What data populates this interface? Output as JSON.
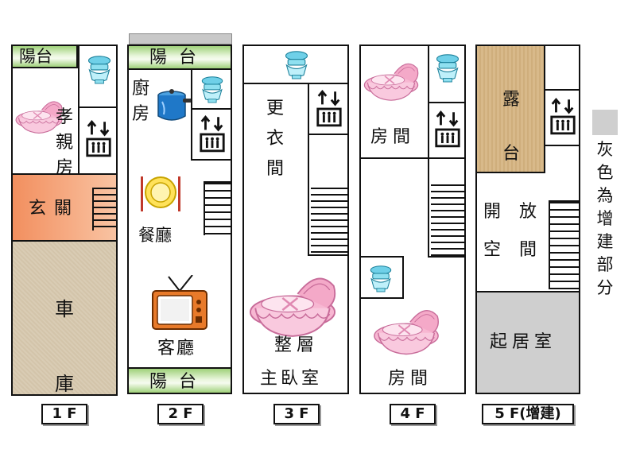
{
  "floors": {
    "f1": {
      "tag": "1 F",
      "balcony": "陽台",
      "parent_room": "孝親房",
      "entrance": "玄關",
      "garage": "車庫"
    },
    "f2": {
      "tag": "2 F",
      "balcony_top": "陽 台",
      "kitchen": "廚房",
      "dining": "餐廳",
      "living": "客廳",
      "balcony_bottom": "陽 台"
    },
    "f3": {
      "tag": "3 F",
      "closet": "更衣間",
      "whole_floor": "整層",
      "master": "主臥室"
    },
    "f4": {
      "tag": "4 F",
      "room_top": "房間",
      "room_bottom": "房間"
    },
    "f5": {
      "tag": "5 F(增建)",
      "terrace": "露台",
      "open_space_1": "開 放",
      "open_space_2": "空 間",
      "living_room": "起居室"
    }
  },
  "legend": {
    "text": "灰色為增建部分",
    "swatch_color": "#cfcfcf"
  },
  "colors": {
    "entrance": "#f4a77b",
    "garage": "#d9ccb4",
    "terrace": "#d8b98a",
    "addition": "#cfcfcf",
    "balcony": "#9fd17a"
  },
  "icons": [
    "toilet-icon",
    "elevator-icon",
    "pot-icon",
    "dining-plate-icon",
    "tv-icon",
    "bed-icon",
    "stairs-icon"
  ]
}
